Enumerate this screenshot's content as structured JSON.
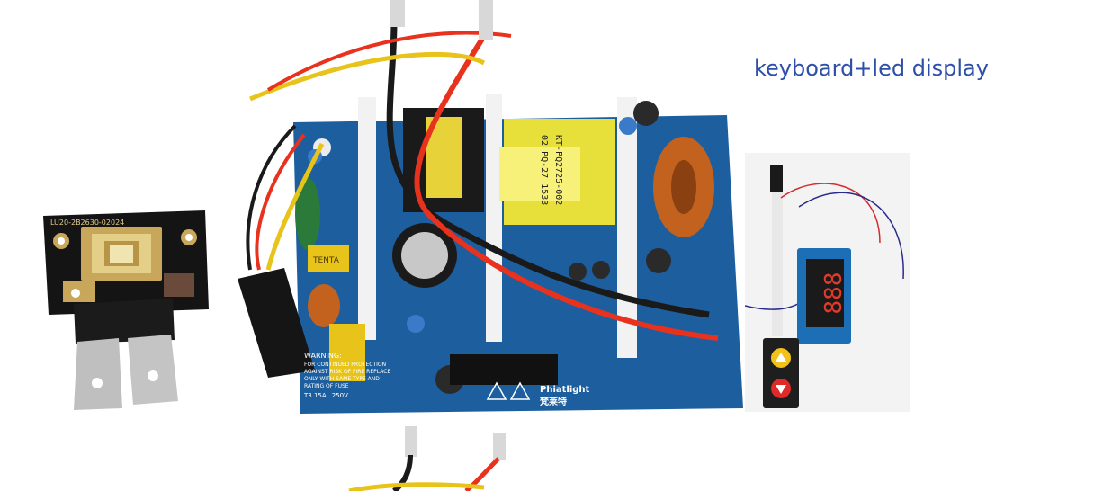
{
  "caption": {
    "text": "keyboard+led display",
    "color": "#2d4fa8"
  },
  "led_chip": {
    "label": "LU20-2B2630-02024"
  },
  "psu_board": {
    "brand_label": "Phiatlight",
    "chinese_label": "梵莱特",
    "transformer_label_1": "KT-PQ2725-002",
    "transformer_label_2": "02 PQ-27 1533",
    "warning_label": "WARNING:",
    "warning_line_1": "FOR CONTINUED PROTECTION",
    "warning_line_2": "AGAINST RISK OF FIRE REPLACE",
    "warning_line_3": "ONLY WITH SAME TYPE AND",
    "warning_line_4": "RATING OF FUSE",
    "fuse_label": "T3.15AL 250V",
    "capacitor_label": "TENTA",
    "board_color": "#1d5f9e"
  },
  "display_board": {
    "digits": "888"
  }
}
